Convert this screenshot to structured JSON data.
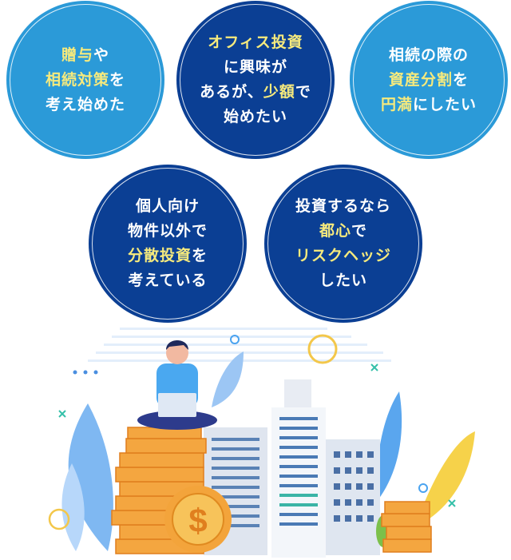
{
  "colors": {
    "light_bubble": "#2b9ad8",
    "dark_bubble": "#0b3f94",
    "highlight": "#f6ea7d"
  },
  "bubbles": [
    {
      "style": "light",
      "lines": [
        [
          {
            "t": "贈与",
            "hl": true
          },
          {
            "t": "や",
            "hl": false
          }
        ],
        [
          {
            "t": "相続対策",
            "hl": true
          },
          {
            "t": "を",
            "hl": false
          }
        ],
        [
          {
            "t": "考え始めた",
            "hl": false
          }
        ]
      ]
    },
    {
      "style": "dark",
      "lines": [
        [
          {
            "t": "オフィス投資",
            "hl": true
          }
        ],
        [
          {
            "t": "に興味が",
            "hl": false
          }
        ],
        [
          {
            "t": "あるが、",
            "hl": false
          },
          {
            "t": "少額",
            "hl": true
          },
          {
            "t": "で",
            "hl": false
          }
        ],
        [
          {
            "t": "始めたい",
            "hl": false
          }
        ]
      ]
    },
    {
      "style": "light",
      "lines": [
        [
          {
            "t": "相続の際の",
            "hl": false
          }
        ],
        [
          {
            "t": "資産分割",
            "hl": true
          },
          {
            "t": "を",
            "hl": false
          }
        ],
        [
          {
            "t": "円満",
            "hl": true
          },
          {
            "t": "にしたい",
            "hl": false
          }
        ]
      ]
    },
    {
      "style": "dark",
      "lines": [
        [
          {
            "t": "個人向け",
            "hl": false
          }
        ],
        [
          {
            "t": "物件以外で",
            "hl": false
          }
        ],
        [
          {
            "t": "分散投資",
            "hl": true
          },
          {
            "t": "を",
            "hl": false
          }
        ],
        [
          {
            "t": "考えている",
            "hl": false
          }
        ]
      ]
    },
    {
      "style": "dark",
      "lines": [
        [
          {
            "t": "投資するなら",
            "hl": false
          }
        ],
        [
          {
            "t": "都心",
            "hl": true
          },
          {
            "t": "で",
            "hl": false
          }
        ],
        [
          {
            "t": "リスクヘッジ",
            "hl": true
          }
        ],
        [
          {
            "t": "したい",
            "hl": false
          }
        ]
      ]
    }
  ],
  "illustration": {
    "coin_symbol": "$"
  }
}
